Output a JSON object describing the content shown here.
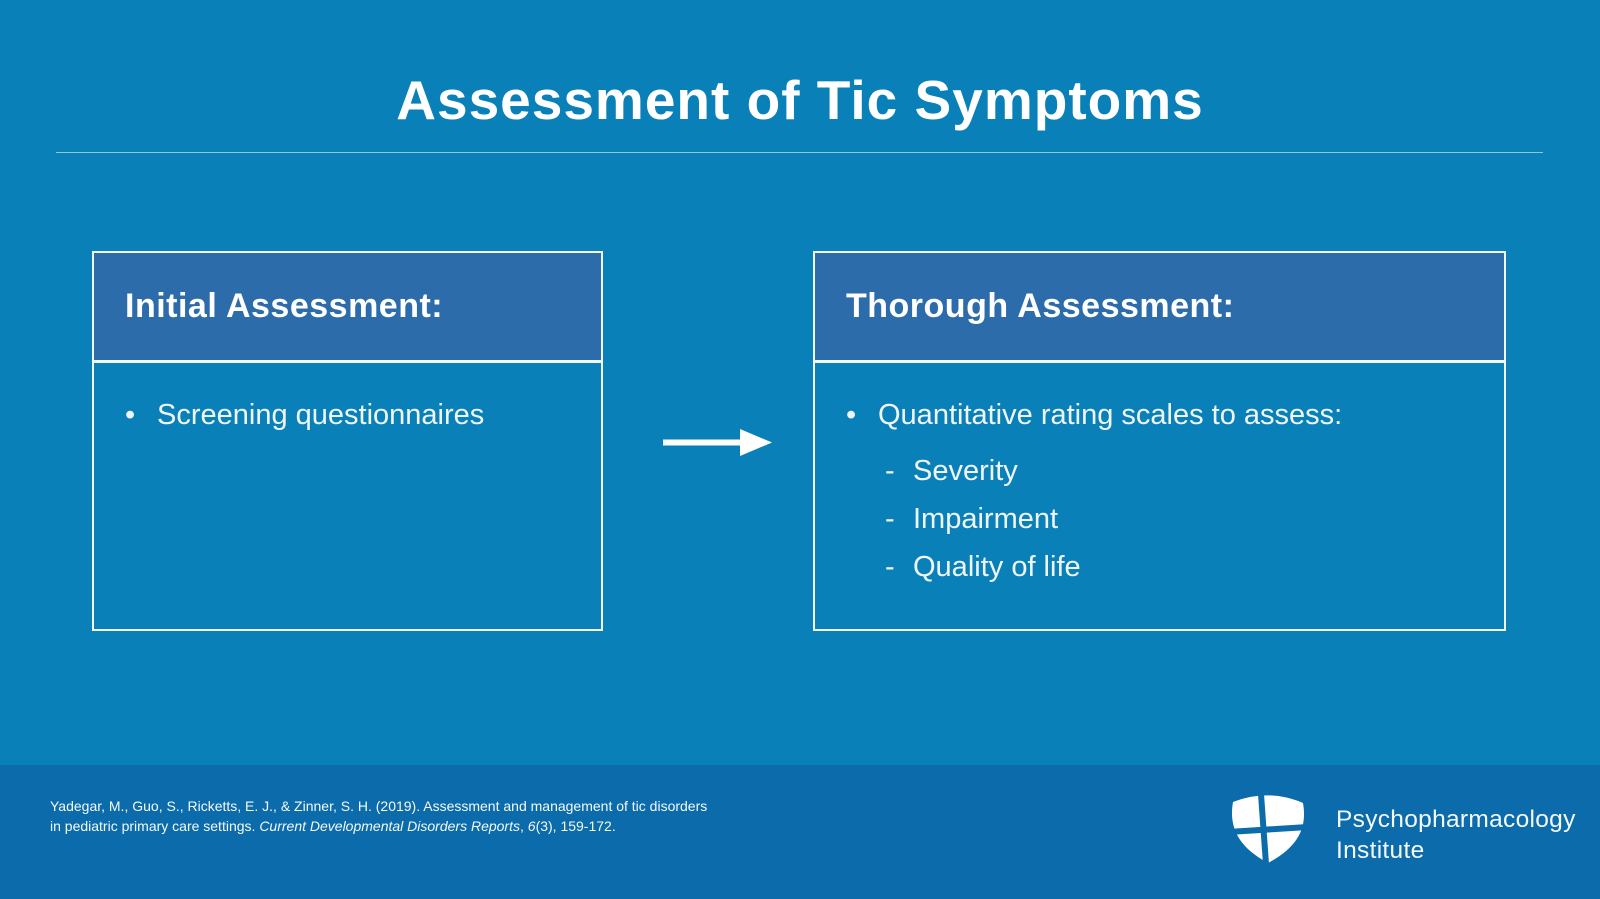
{
  "slide": {
    "title": "Assessment of Tic Symptoms",
    "bullet_glyph": "•",
    "dash_glyph": "-",
    "boxes": {
      "left": {
        "header": "Initial Assessment:",
        "bullet": "Screening questionnaires"
      },
      "right": {
        "header": "Thorough Assessment:",
        "bullet": "Quantitative rating scales to assess:",
        "subitems": [
          "Severity",
          "Impairment",
          "Quality of life"
        ]
      }
    },
    "footer": {
      "citation_line1": "Yadegar, M., Guo, S., Ricketts, E. J., & Zinner, S. H. (2019). Assessment and management of tic disorders",
      "citation_line2_prefix": "in pediatric primary care settings. ",
      "citation_line2_italic": "Current Developmental Disorders Reports",
      "citation_line2_sep": ", ",
      "citation_line2_volume_italic": "6",
      "citation_line2_suffix": "(3), 159-172.",
      "logo_text_line1": "Psychopharmacology",
      "logo_text_line2": "Institute"
    },
    "colors": {
      "background": "#0A80B9",
      "box_header_bg": "#2D6CAB",
      "box_border": "#F2F7FA",
      "footer_bg": "#0B6BAB",
      "text": "#FFFFFF"
    }
  }
}
